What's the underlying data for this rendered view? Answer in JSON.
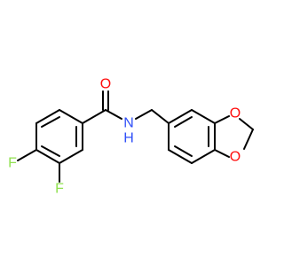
{
  "molecule": {
    "atoms": {
      "oxygen_carbonyl": {
        "symbol": "O",
        "color": "#ff0d0d"
      },
      "nitrogen_amide": {
        "symbol": "N",
        "color": "#3050f8"
      },
      "hydrogen_amide": {
        "symbol": "H",
        "color": "#3050f8"
      },
      "fluorine_4": {
        "symbol": "F",
        "color": "#90e050"
      },
      "fluorine_3": {
        "symbol": "F",
        "color": "#90e050"
      },
      "oxygen_dioxole_top": {
        "symbol": "O",
        "color": "#ff0d0d"
      },
      "oxygen_dioxole_bottom": {
        "symbol": "O",
        "color": "#ff0d0d"
      }
    },
    "bond_color": "#000000"
  }
}
